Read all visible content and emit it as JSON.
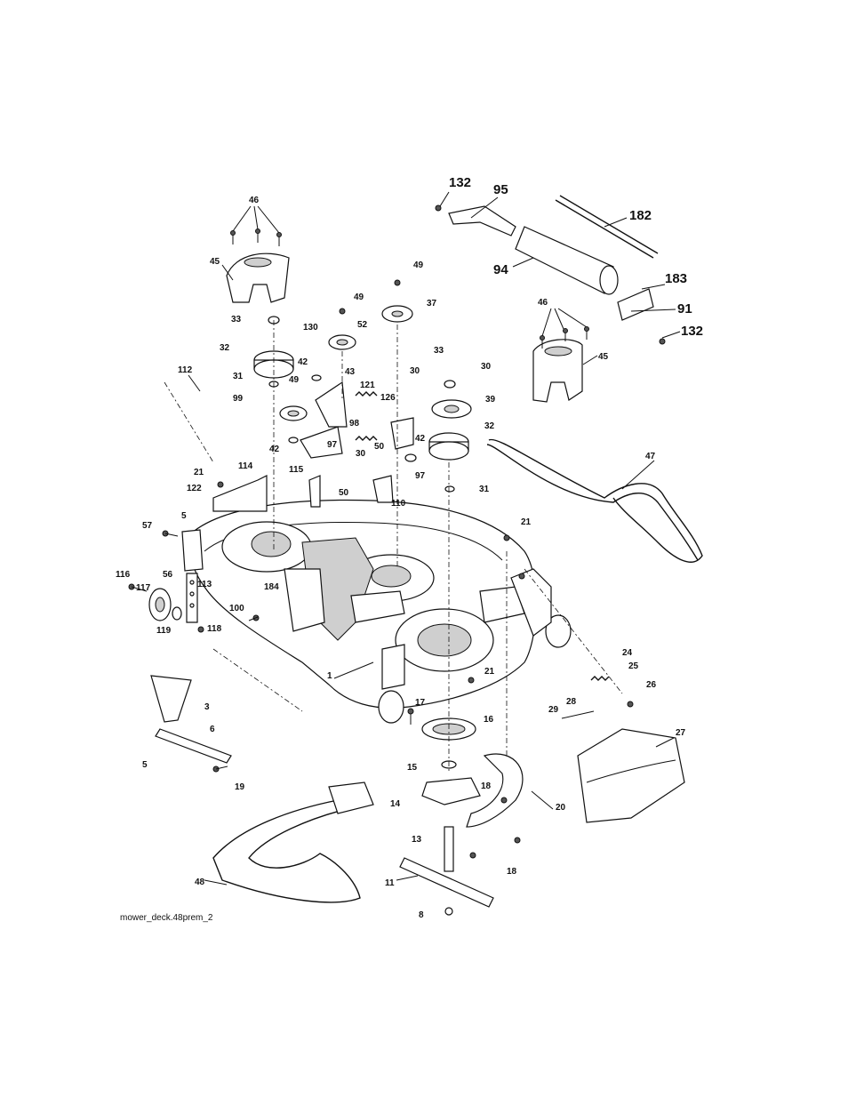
{
  "diagram_id": "mower_deck.48prem_2",
  "callouts": [
    "132",
    "95",
    "182",
    "94",
    "183",
    "91",
    "132",
    "46",
    "45",
    "46",
    "45",
    "49",
    "37",
    "49",
    "52",
    "130",
    "33",
    "32",
    "42",
    "31",
    "99",
    "43",
    "121",
    "33",
    "30",
    "30",
    "49",
    "126",
    "39",
    "98",
    "42",
    "97",
    "50",
    "42",
    "32",
    "97",
    "30",
    "50",
    "115",
    "110",
    "31",
    "47",
    "112",
    "21",
    "122",
    "114",
    "57",
    "5",
    "56",
    "116",
    "117",
    "113",
    "184",
    "100",
    "119",
    "118",
    "1",
    "21",
    "21",
    "24",
    "25",
    "26",
    "28",
    "29",
    "27",
    "3",
    "6",
    "5",
    "19",
    "17",
    "16",
    "15",
    "18",
    "14",
    "20",
    "13",
    "48",
    "18",
    "11",
    "8"
  ]
}
